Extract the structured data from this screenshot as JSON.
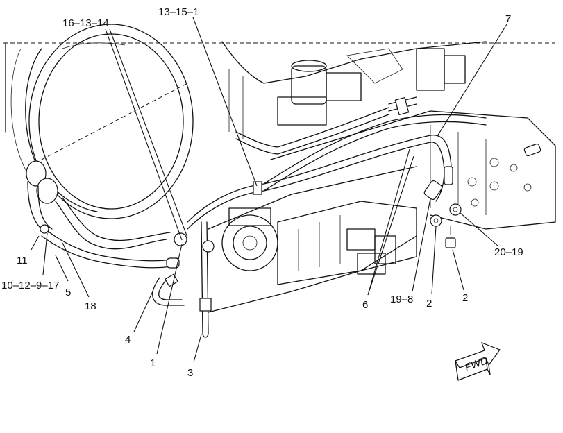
{
  "callouts": {
    "c_16_13_14": "16–13–14",
    "c_13_15_1": "13–15–1",
    "c_7": "7",
    "c_11": "11",
    "c_10_12_9_17": "10–12–9–17",
    "c_5": "5",
    "c_18": "18",
    "c_4": "4",
    "c_1": "1",
    "c_3": "3",
    "c_6": "6",
    "c_19_8": "19–8",
    "c_2a": "2",
    "c_2b": "2",
    "c_20_19": "20–19"
  },
  "direction_arrow": {
    "label": "FWD",
    "icon": "forward-arrow-icon"
  }
}
